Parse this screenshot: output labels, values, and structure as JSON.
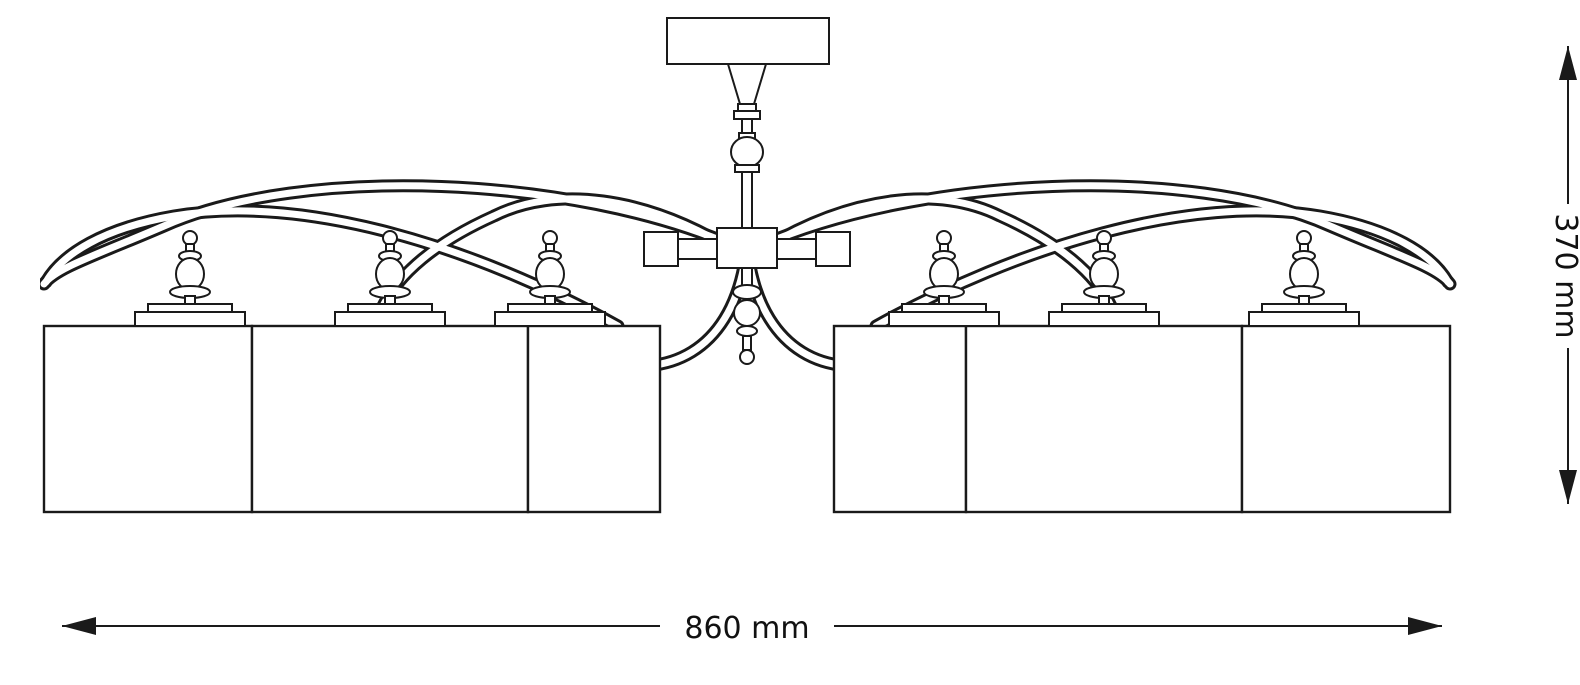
{
  "figure": {
    "subject": "Chandelier technical line drawing, front elevation: ceiling mount plate, turned central stem, curved crossing arms, six square drum shades with turned finials",
    "background_color": "#ffffff",
    "line_color": "#1a1a1a",
    "shade_count": 6
  },
  "dimensions": {
    "width": {
      "label": "860 mm",
      "value": 860,
      "unit": "mm",
      "orientation": "horizontal"
    },
    "height": {
      "label": "370 mm",
      "value": 370,
      "unit": "mm",
      "orientation": "vertical"
    }
  }
}
